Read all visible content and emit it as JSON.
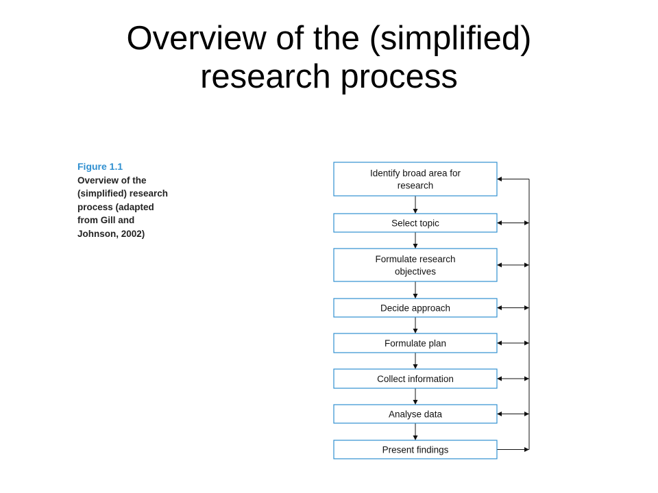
{
  "title": {
    "line1": "Overview of the (simplified)",
    "line2": "research process"
  },
  "caption": {
    "label": "Figure 1.1",
    "lines": [
      "Overview of the",
      "(simplified) research",
      "process (adapted",
      "from Gill and",
      "Johnson, 2002)"
    ]
  },
  "flowchart": {
    "steps": [
      {
        "lines": [
          "Identify broad area for",
          "research"
        ],
        "feedback": "in"
      },
      {
        "lines": [
          "Select topic"
        ],
        "feedback": "both"
      },
      {
        "lines": [
          "Formulate research",
          "objectives"
        ],
        "feedback": "both"
      },
      {
        "lines": [
          "Decide approach"
        ],
        "feedback": "both"
      },
      {
        "lines": [
          "Formulate plan"
        ],
        "feedback": "both"
      },
      {
        "lines": [
          "Collect information"
        ],
        "feedback": "both"
      },
      {
        "lines": [
          "Analyse data"
        ],
        "feedback": "both"
      },
      {
        "lines": [
          "Present findings"
        ],
        "feedback": "out"
      }
    ]
  },
  "colors": {
    "box_border": "#2f8fd0",
    "caption_label": "#2f8fd0",
    "text": "#111111"
  }
}
